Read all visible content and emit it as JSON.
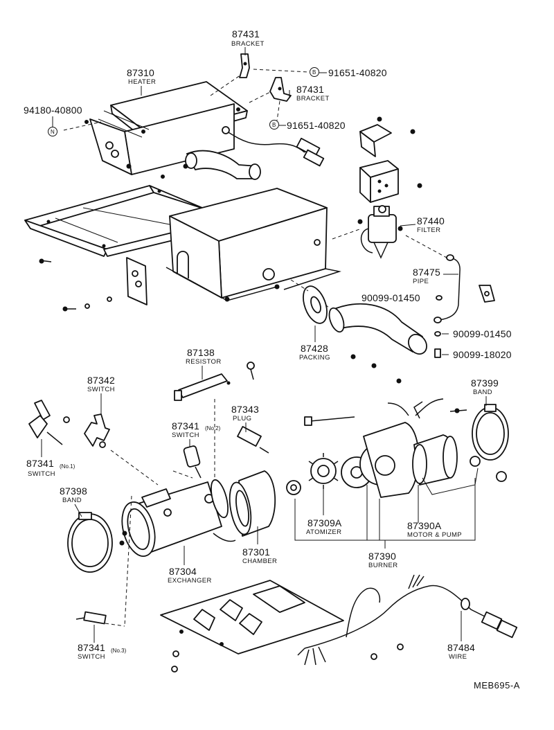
{
  "diagram": {
    "reference": "MEB695-A",
    "parts": [
      {
        "id": "p87431a",
        "number": "87431",
        "name": "BRACKET"
      },
      {
        "id": "p87310",
        "number": "87310",
        "name": "HEATER"
      },
      {
        "id": "p94180",
        "number": "94180-40800",
        "symbol": "N"
      },
      {
        "id": "p91651a",
        "number": "91651-40820",
        "symbol": "B"
      },
      {
        "id": "p87431b",
        "number": "87431",
        "name": "BRACKET"
      },
      {
        "id": "p91651b",
        "number": "91651-40820",
        "symbol": "B"
      },
      {
        "id": "p87440",
        "number": "87440",
        "name": "FILTER"
      },
      {
        "id": "p87475",
        "number": "87475",
        "name": "PIPE"
      },
      {
        "id": "p90099a",
        "number": "90099-01450"
      },
      {
        "id": "p90099b",
        "number": "90099-01450"
      },
      {
        "id": "p90099c",
        "number": "90099-18020"
      },
      {
        "id": "p87428",
        "number": "87428",
        "name": "PACKING"
      },
      {
        "id": "p87138",
        "number": "87138",
        "name": "RESISTOR"
      },
      {
        "id": "p87342",
        "number": "87342",
        "name": "SWITCH"
      },
      {
        "id": "p87343",
        "number": "87343",
        "name": "PLUG"
      },
      {
        "id": "p87341b",
        "number": "87341",
        "name": "SWITCH",
        "note": "(No.2)"
      },
      {
        "id": "p87341a",
        "number": "87341",
        "name": "SWITCH",
        "note": "(No.1)"
      },
      {
        "id": "p87399",
        "number": "87399",
        "name": "BAND"
      },
      {
        "id": "p87398",
        "number": "87398",
        "name": "BAND"
      },
      {
        "id": "p87309a",
        "number": "87309A",
        "name": "ATOMIZER"
      },
      {
        "id": "p87390a",
        "number": "87390A",
        "name": "MOTOR & PUMP"
      },
      {
        "id": "p87301",
        "number": "87301",
        "name": "CHAMBER"
      },
      {
        "id": "p87390",
        "number": "87390",
        "name": "BURNER"
      },
      {
        "id": "p87304",
        "number": "87304",
        "name": "EXCHANGER"
      },
      {
        "id": "p87341c",
        "number": "87341",
        "name": "SWITCH",
        "note": "(No.3)"
      },
      {
        "id": "p87484",
        "number": "87484",
        "name": "WIRE"
      }
    ]
  }
}
